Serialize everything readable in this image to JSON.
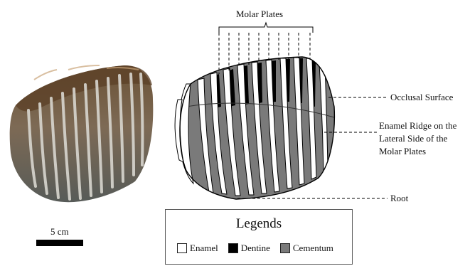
{
  "figure": {
    "labels": {
      "molar_plates": "Molar Plates",
      "occlusal_surface": "Occlusal Surface",
      "enamel_ridge": "Enamel Ridge on the Lateral Side of the Molar Plates",
      "root": "Root"
    },
    "scale_bar": {
      "label": "5 cm"
    },
    "legend": {
      "title": "Legends",
      "items": [
        {
          "label": "Enamel",
          "color": "#ffffff"
        },
        {
          "label": "Dentine",
          "color": "#000000"
        },
        {
          "label": "Cementum",
          "color": "#7a7a7a"
        }
      ]
    }
  }
}
